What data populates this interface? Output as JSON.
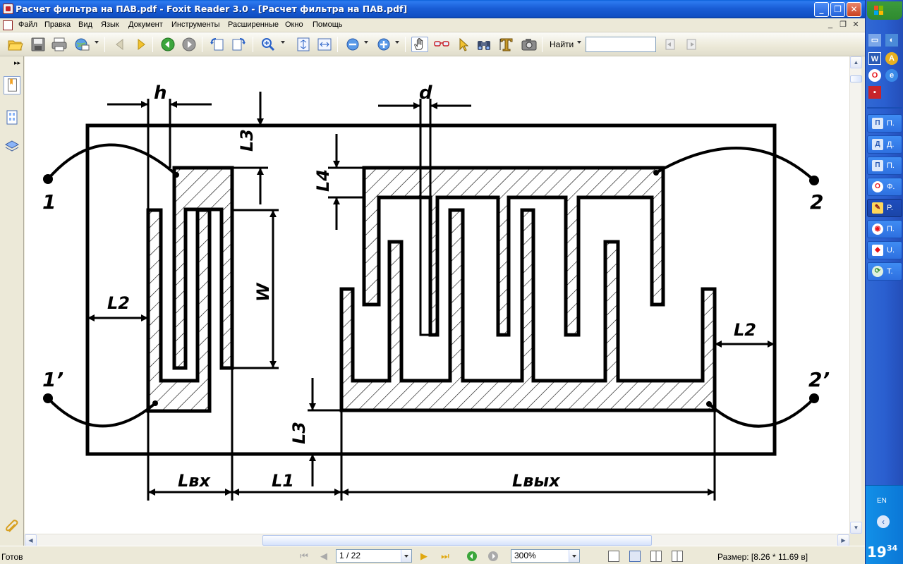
{
  "window": {
    "title": "Расчет фильтра на ПАВ.pdf - Foxit Reader 3.0 - [Расчет фильтра на ПАВ.pdf]",
    "minimize": "_",
    "maximize": "❐",
    "close": "✕"
  },
  "menu": [
    "Файл",
    "Правка",
    "Вид",
    "Язык",
    "Документ",
    "Инструменты",
    "Расширенные",
    "Окно",
    "Помощь"
  ],
  "toolbar": {
    "find_label": "Найти",
    "find_value": ""
  },
  "diagram": {
    "labels": {
      "h": "h",
      "d": "d",
      "L3_top": "L3",
      "L4": "L4",
      "W": "W",
      "L2_left": "L2",
      "L2_right": "L2",
      "L3_bottom": "L3",
      "Lin": "Lвх",
      "L1": "L1",
      "Lout": "Lвых",
      "port1": "1",
      "port2": "2",
      "port1p": "1’",
      "port2p": "2’"
    }
  },
  "status": {
    "ready": "Готов",
    "page": "1 / 22",
    "zoom": "300%",
    "size": "Размер: [8.26 * 11.69 в]"
  },
  "taskbar": {
    "items": [
      {
        "icon": "П",
        "label": "П.",
        "color": "#ffffff"
      },
      {
        "icon": "Д",
        "label": "Д.",
        "color": "#ffffff"
      },
      {
        "icon": "П",
        "label": "П.",
        "color": "#ffffff"
      },
      {
        "icon": "O",
        "label": "Ф.",
        "color": "#e8141c"
      },
      {
        "icon": "✎",
        "label": "P.",
        "color": "#ffd75a"
      },
      {
        "icon": "◉",
        "label": "П.",
        "color": "#e8141c"
      },
      {
        "icon": "◆",
        "label": "U.",
        "color": "#e8141c"
      },
      {
        "icon": "⟳",
        "label": "T.",
        "color": "#5ab45a"
      }
    ],
    "lang": "EN",
    "clock_hour": "19",
    "clock_min": "34"
  }
}
